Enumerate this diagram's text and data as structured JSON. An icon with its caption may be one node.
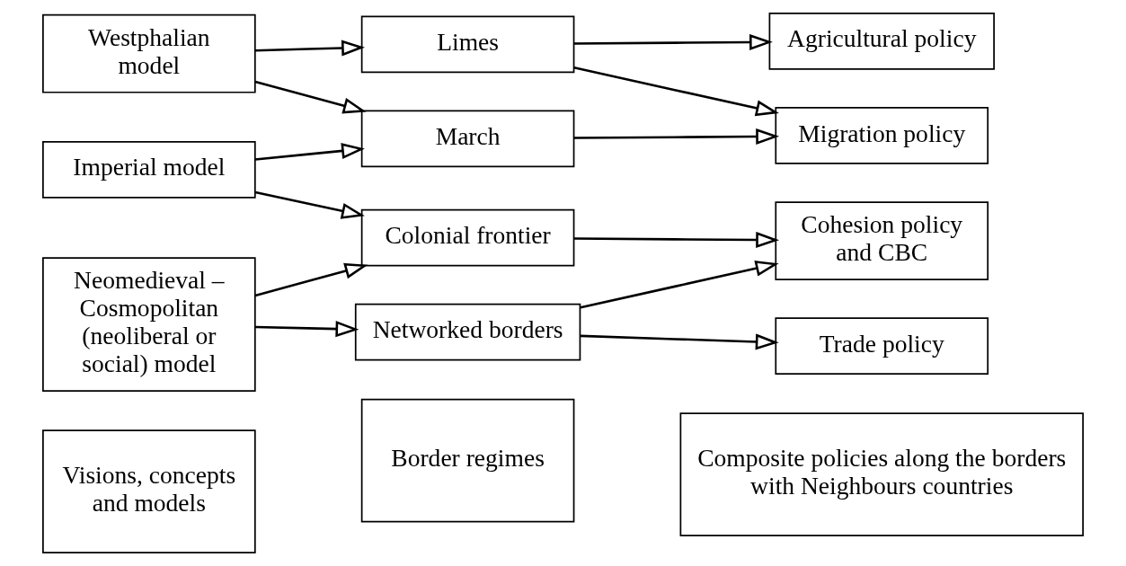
{
  "diagram": {
    "nodes": [
      {
        "text": [
          "Visions, concepts and models"
        ]
      },
      {
        "text": [
          "Border regimes"
        ]
      },
      {
        "text": [
          "Composite policies along the borders with Neighbours countries"
        ]
      },
      {
        "text": [
          "Westphalian model"
        ]
      },
      {
        "text": [
          "Imperial model"
        ]
      },
      {
        "text": [
          "Neomedieval – Cosmopolitan (neoliberal or social) model"
        ]
      },
      {
        "text": [
          "Limes"
        ]
      },
      {
        "text": [
          "March"
        ]
      },
      {
        "text": [
          "Colonial frontier"
        ]
      },
      {
        "text": [
          "Networked borders"
        ]
      },
      {
        "text": [
          "Migration policy"
        ]
      },
      {
        "text": [
          "Agricultural policy"
        ]
      },
      {
        "text": [
          "Cohesion policy and CBC"
        ]
      },
      {
        "text": [
          "Trade policy"
        ]
      }
    ],
    "edges": [
      {
        "from": 3,
        "to": 6,
        "arrow": "to"
      },
      {
        "from": 3,
        "to": 7,
        "arrow": "to"
      },
      {
        "from": 4,
        "to": 7,
        "arrow": "to"
      },
      {
        "from": 4,
        "to": 8,
        "arrow": "to"
      },
      {
        "from": 5,
        "to": 8,
        "arrow": "to"
      },
      {
        "from": 5,
        "to": 9,
        "arrow": "to"
      },
      {
        "from": 6,
        "to": 10,
        "arrow": "to"
      },
      {
        "from": 6,
        "to": 11,
        "arrow": "to"
      },
      {
        "from": 7,
        "to": 10,
        "arrow": "to"
      },
      {
        "from": 8,
        "to": 12,
        "arrow": "to"
      },
      {
        "from": 9,
        "to": 12,
        "arrow": "to"
      },
      {
        "from": 9,
        "to": 13,
        "arrow": "to"
      }
    ]
  }
}
